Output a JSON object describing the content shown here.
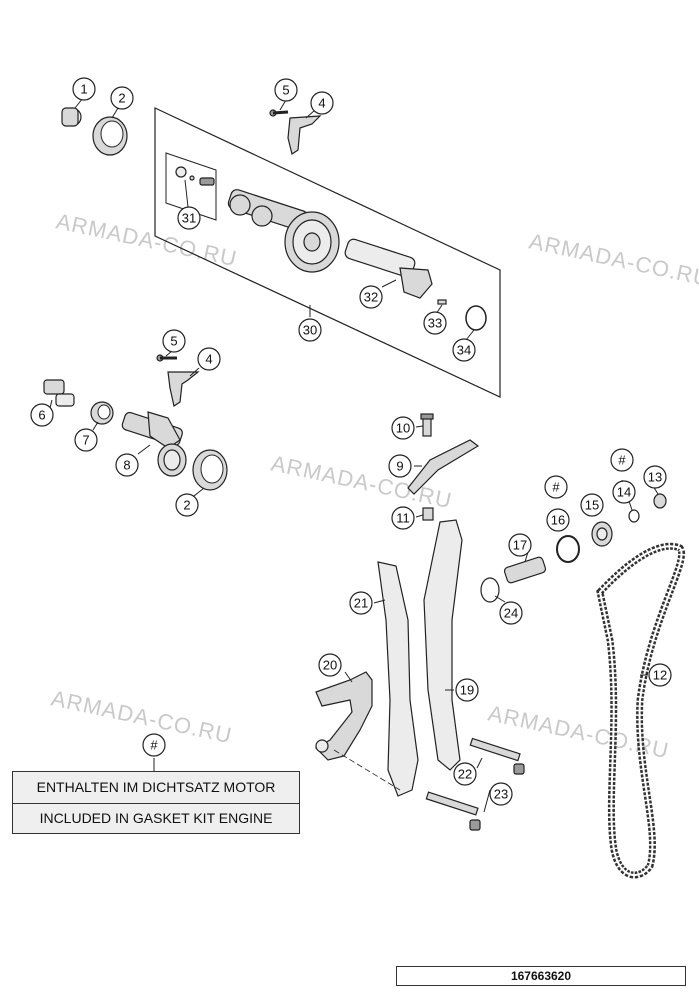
{
  "watermark": "ARMADA-CO.RU",
  "callouts": [
    "1",
    "2",
    "5",
    "4",
    "31",
    "30",
    "32",
    "33",
    "34",
    "6",
    "7",
    "8",
    "2",
    "10",
    "9",
    "11",
    "#",
    "16",
    "14",
    "13",
    "15",
    "17",
    "24",
    "21",
    "20",
    "19",
    "12",
    "22",
    "23",
    "#"
  ],
  "gasket_note": {
    "line1": "ENTHALTEN IM DICHTSATZ MOTOR",
    "line2": "INCLUDED IN GASKET KIT ENGINE"
  },
  "document_number": "167663620",
  "colors": {
    "line": "#222222",
    "part_fill": "#d9d9d9",
    "watermark": "#c9c9c9",
    "note_bg": "#efefef"
  }
}
